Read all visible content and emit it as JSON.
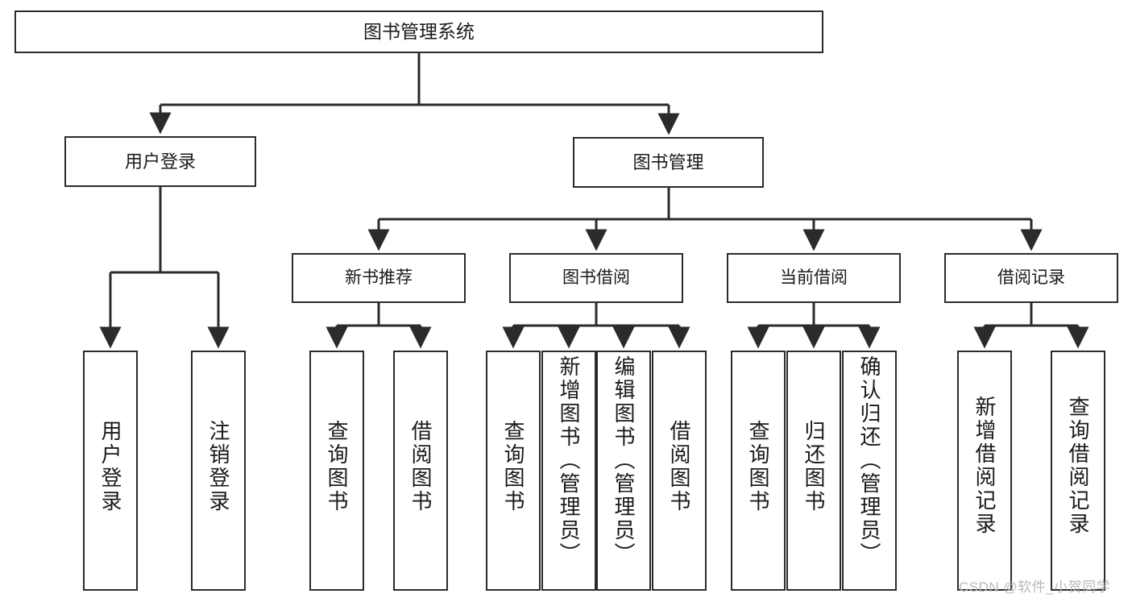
{
  "diagram": {
    "title": "图书管理系统",
    "type": "tree-hierarchy-diagram",
    "root": {
      "label": "图书管理系统"
    },
    "level2": [
      {
        "label": "用户登录"
      },
      {
        "label": "图书管理"
      }
    ],
    "level3": [
      {
        "label": "新书推荐"
      },
      {
        "label": "图书借阅"
      },
      {
        "label": "当前借阅"
      },
      {
        "label": "借阅记录"
      }
    ],
    "leaves": [
      {
        "label": "用户登录",
        "parent": "用户登录"
      },
      {
        "label": "注销登录",
        "parent": "用户登录"
      },
      {
        "label": "查询图书",
        "parent": "新书推荐"
      },
      {
        "label": "借阅图书",
        "parent": "新书推荐"
      },
      {
        "label": "查询图书",
        "parent": "图书借阅"
      },
      {
        "label": "新增图书（管理员）",
        "parent": "图书借阅"
      },
      {
        "label": "编辑图书（管理员）",
        "parent": "图书借阅"
      },
      {
        "label": "借阅图书",
        "parent": "图书借阅"
      },
      {
        "label": "查询图书",
        "parent": "当前借阅"
      },
      {
        "label": "归还图书",
        "parent": "当前借阅"
      },
      {
        "label": "确认归还（管理员）",
        "parent": "当前借阅"
      },
      {
        "label": "新增借阅记录",
        "parent": "借阅记录"
      },
      {
        "label": "查询借阅记录",
        "parent": "借阅记录"
      }
    ],
    "watermark": "CSDN @软件_小贺同学",
    "colors": {
      "stroke": "#2b2b2b",
      "fill": "#ffffff",
      "text": "#1a1a1a",
      "watermark": "#b9b9b9"
    }
  }
}
